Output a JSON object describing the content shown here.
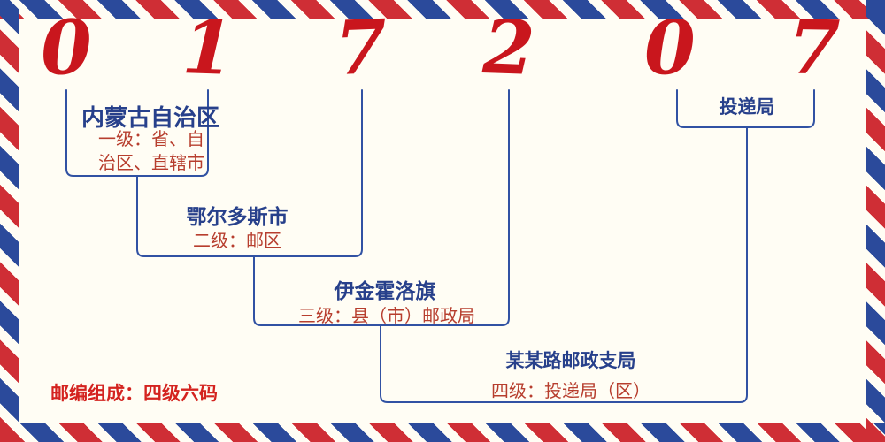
{
  "postal_code": {
    "digits": [
      "0",
      "1",
      "7",
      "2",
      "0",
      "7"
    ]
  },
  "labels": {
    "level1_place": "内蒙古自治区",
    "level1_desc": "一级：省、自治区、直辖市",
    "level2_place": "鄂尔多斯市",
    "level2_desc": "二级：邮区",
    "level3_place": "伊金霍洛旗",
    "level3_desc": "三级：县（市）邮政局",
    "level4_place": "某某路邮政支局",
    "level4_desc": "四级：投递局（区）",
    "delivery_office": "投递局",
    "composition_note": "邮编组成：四级六码"
  },
  "colors": {
    "digit_red": "#c9161d",
    "label_navy": "#27408b",
    "label_red": "#b73e2e",
    "note_red": "#d4231f",
    "connector_blue": "#3152a3",
    "stripe_red": "#cf2e35",
    "stripe_blue": "#2b4a9b",
    "background": "#fffdf4"
  }
}
